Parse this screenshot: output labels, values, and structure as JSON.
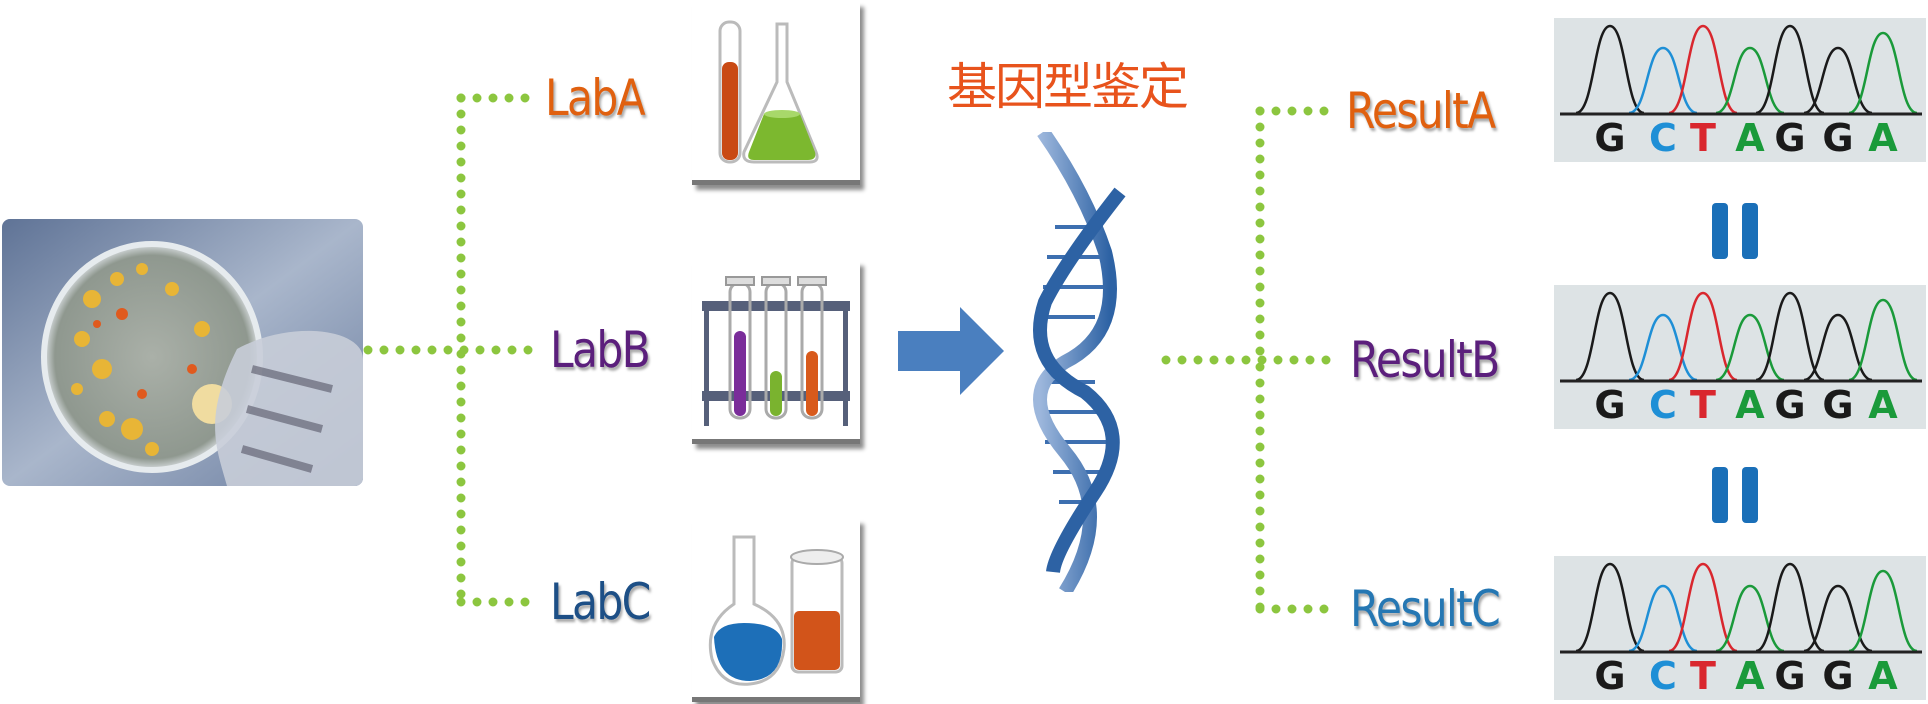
{
  "title": "基因型鉴定",
  "labs": [
    {
      "label": "LabA",
      "color": "#e0600f",
      "icon": "test-tube-flask-icon"
    },
    {
      "label": "LabB",
      "color": "#5b1f7c",
      "icon": "test-tube-rack-icon"
    },
    {
      "label": "LabC",
      "color": "#1d4f86",
      "icon": "round-flask-beaker-icon"
    }
  ],
  "results": [
    {
      "label": "ResultA",
      "color": "#e0600f"
    },
    {
      "label": "ResultB",
      "color": "#5b1f7c"
    },
    {
      "label": "ResultC",
      "color": "#2577b3"
    }
  ],
  "sequence": [
    "G",
    "C",
    "T",
    "A",
    "G",
    "G",
    "A"
  ],
  "base_colors": {
    "G": "#1a1a1a",
    "C": "#1e8fd6",
    "T": "#d9272e",
    "A": "#1a9a3a"
  },
  "connector_color": "#8cc63f",
  "equals_color": "#1a6fb8"
}
